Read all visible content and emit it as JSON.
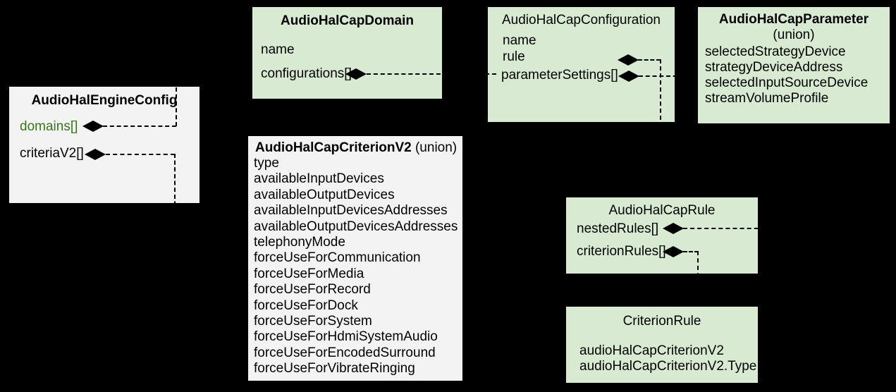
{
  "colors": {
    "background": "#000000",
    "green_fill": "#d9ead3",
    "gray_fill": "#f3f3f3",
    "connector": "#000000",
    "text": "#000000",
    "domains_field_text": "#38761d"
  },
  "boxes": {
    "engine": {
      "title": "AudioHalEngineConfig",
      "fields": [
        "domains[]",
        "criteriaV2[]"
      ]
    },
    "domain": {
      "title": "AudioHalCapDomain",
      "fields": [
        "name",
        "configurations[]"
      ]
    },
    "configuration": {
      "title": "AudioHalCapConfiguration",
      "fields": [
        "name",
        "rule",
        "parameterSettings[]"
      ]
    },
    "parameter": {
      "title": "AudioHalCapParameter",
      "subtitle": "(union)",
      "fields": [
        "selectedStrategyDevice",
        "strategyDeviceAddress",
        "selectedInputSourceDevice",
        "streamVolumeProfile"
      ]
    },
    "criterionV2": {
      "title": "AudioHalCapCriterionV2",
      "subtitle": "(union)",
      "fields": [
        "type",
        "availableInputDevices",
        "availableOutputDevices",
        "availableInputDevicesAddresses",
        "availableOutputDevicesAddresses",
        "telephonyMode",
        "forceUseForCommunication",
        "forceUseForMedia",
        "forceUseForRecord",
        "forceUseForDock",
        "forceUseForSystem",
        "forceUseForHdmiSystemAudio",
        "forceUseForEncodedSurround",
        "forceUseForVibrateRinging"
      ]
    },
    "rule": {
      "title": "AudioHalCapRule",
      "fields": [
        "nestedRules[]",
        "criterionRules[]"
      ]
    },
    "criterionRule": {
      "title": "CriterionRule",
      "fields": [
        "audioHalCapCriterionV2",
        "audioHalCapCriterionV2.Type"
      ]
    }
  }
}
